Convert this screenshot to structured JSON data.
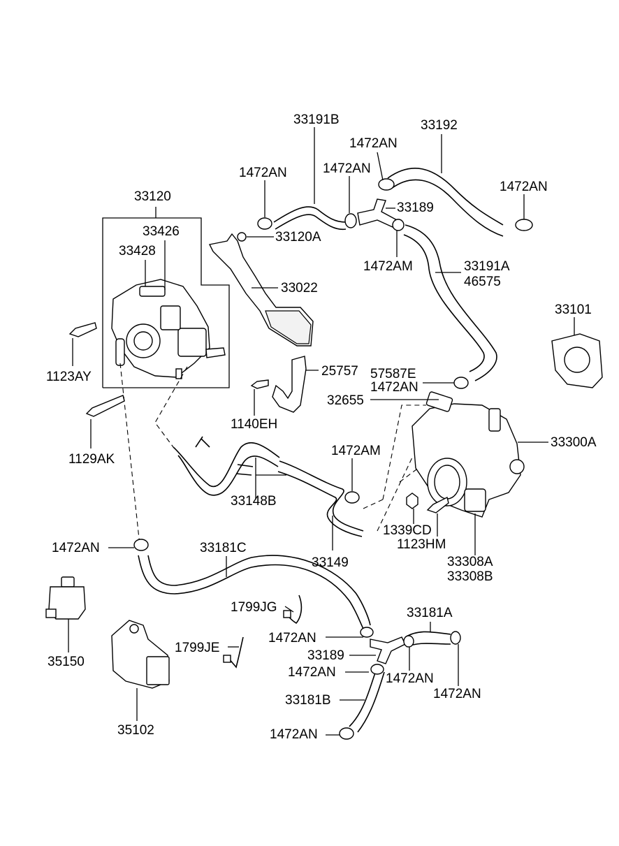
{
  "labels": {
    "l33191B": "33191B",
    "l33192": "33192",
    "l1472AN_a": "1472AN",
    "l1472AN_b": "1472AN",
    "l1472AN_c": "1472AN",
    "l1472AN_d": "1472AN",
    "l33189_a": "33189",
    "l33120": "33120",
    "l33426": "33426",
    "l33428": "33428",
    "l33120A": "33120A",
    "l1472AM_a": "1472AM",
    "l33191A": "33191A",
    "l46575": "46575",
    "l33022": "33022",
    "l33101": "33101",
    "l1123AY": "1123AY",
    "l25757": "25757",
    "l57587E": "57587E",
    "l1472AN_e": "1472AN",
    "l32655": "32655",
    "l1140EH": "1140EH",
    "l33300A": "33300A",
    "l1129AK": "1129AK",
    "l1472AM_b": "1472AM",
    "l33148B": "33148B",
    "l1339CD": "1339CD",
    "l1123HM": "1123HM",
    "l1472AN_f": "1472AN",
    "l33181C": "33181C",
    "l33149": "33149",
    "l33308A": "33308A",
    "l33308B": "33308B",
    "l1799JG": "1799JG",
    "l33181A": "33181A",
    "l1472AN_g": "1472AN",
    "l1799JE": "1799JE",
    "l33189_b": "33189",
    "l1472AN_h": "1472AN",
    "l1472AN_i": "1472AN",
    "l1472AN_j": "1472AN",
    "l35150": "35150",
    "l33181B": "33181B",
    "l35102": "35102",
    "l1472AN_k": "1472AN"
  }
}
